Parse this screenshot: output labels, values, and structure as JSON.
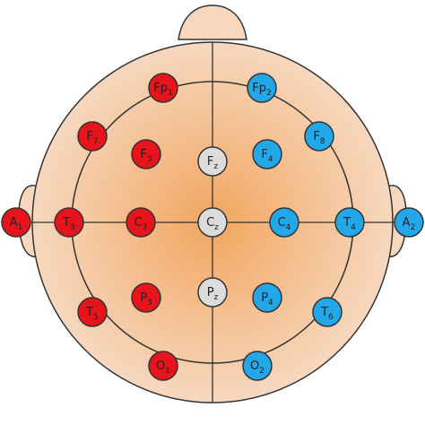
{
  "colors": {
    "skin_edge": "#f7d8bf",
    "skin_center": "#f2a55e",
    "outline": "#333333",
    "left_hemisphere": "#e8141b",
    "right_hemisphere": "#22a7e8",
    "midline": "#dcdcdc"
  },
  "electrodes": [
    {
      "id": "fp1",
      "base": "Fp",
      "sub": "1",
      "side": "left"
    },
    {
      "id": "fp2",
      "base": "Fp",
      "sub": "2",
      "side": "right"
    },
    {
      "id": "f7",
      "base": "F",
      "sub": "7",
      "side": "left"
    },
    {
      "id": "f3",
      "base": "F",
      "sub": "3",
      "side": "left"
    },
    {
      "id": "fz",
      "base": "F",
      "sub": "z",
      "side": "midline"
    },
    {
      "id": "f4",
      "base": "F",
      "sub": "4",
      "side": "right"
    },
    {
      "id": "f8",
      "base": "F",
      "sub": "8",
      "side": "right"
    },
    {
      "id": "a1",
      "base": "A",
      "sub": "1",
      "side": "left"
    },
    {
      "id": "t3",
      "base": "T",
      "sub": "3",
      "side": "left"
    },
    {
      "id": "c3",
      "base": "C",
      "sub": "3",
      "side": "left"
    },
    {
      "id": "cz",
      "base": "C",
      "sub": "z",
      "side": "midline"
    },
    {
      "id": "c4",
      "base": "C",
      "sub": "4",
      "side": "right"
    },
    {
      "id": "t4",
      "base": "T",
      "sub": "4",
      "side": "right"
    },
    {
      "id": "a2",
      "base": "A",
      "sub": "2",
      "side": "right"
    },
    {
      "id": "t5",
      "base": "T",
      "sub": "5",
      "side": "left"
    },
    {
      "id": "p3",
      "base": "P",
      "sub": "3",
      "side": "left"
    },
    {
      "id": "pz",
      "base": "P",
      "sub": "z",
      "side": "midline"
    },
    {
      "id": "p4",
      "base": "P",
      "sub": "4",
      "side": "right"
    },
    {
      "id": "t6",
      "base": "T",
      "sub": "6",
      "side": "right"
    },
    {
      "id": "o1",
      "base": "O",
      "sub": "1",
      "side": "left"
    },
    {
      "id": "o2",
      "base": "O",
      "sub": "2",
      "side": "right"
    }
  ]
}
